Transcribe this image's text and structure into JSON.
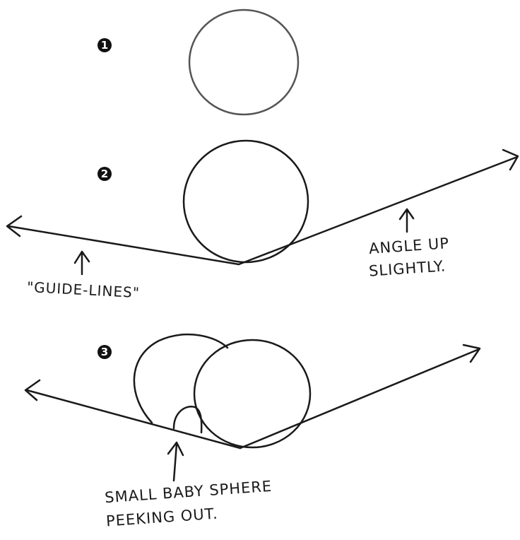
{
  "steps": {
    "one": "1",
    "two": "2",
    "three": "3"
  },
  "labels": {
    "guidelines": "\"GUIDE-LINES\"",
    "angle_line1": "ANGLE UP",
    "angle_line2": "SLIGHTLY.",
    "baby_line1": "SMAll BABY SPHERE",
    "baby_line2": "PEEKING OUT."
  },
  "colors": {
    "ink": "#1a1a1a",
    "light_ink": "#555555",
    "paper": "#ffffff"
  }
}
